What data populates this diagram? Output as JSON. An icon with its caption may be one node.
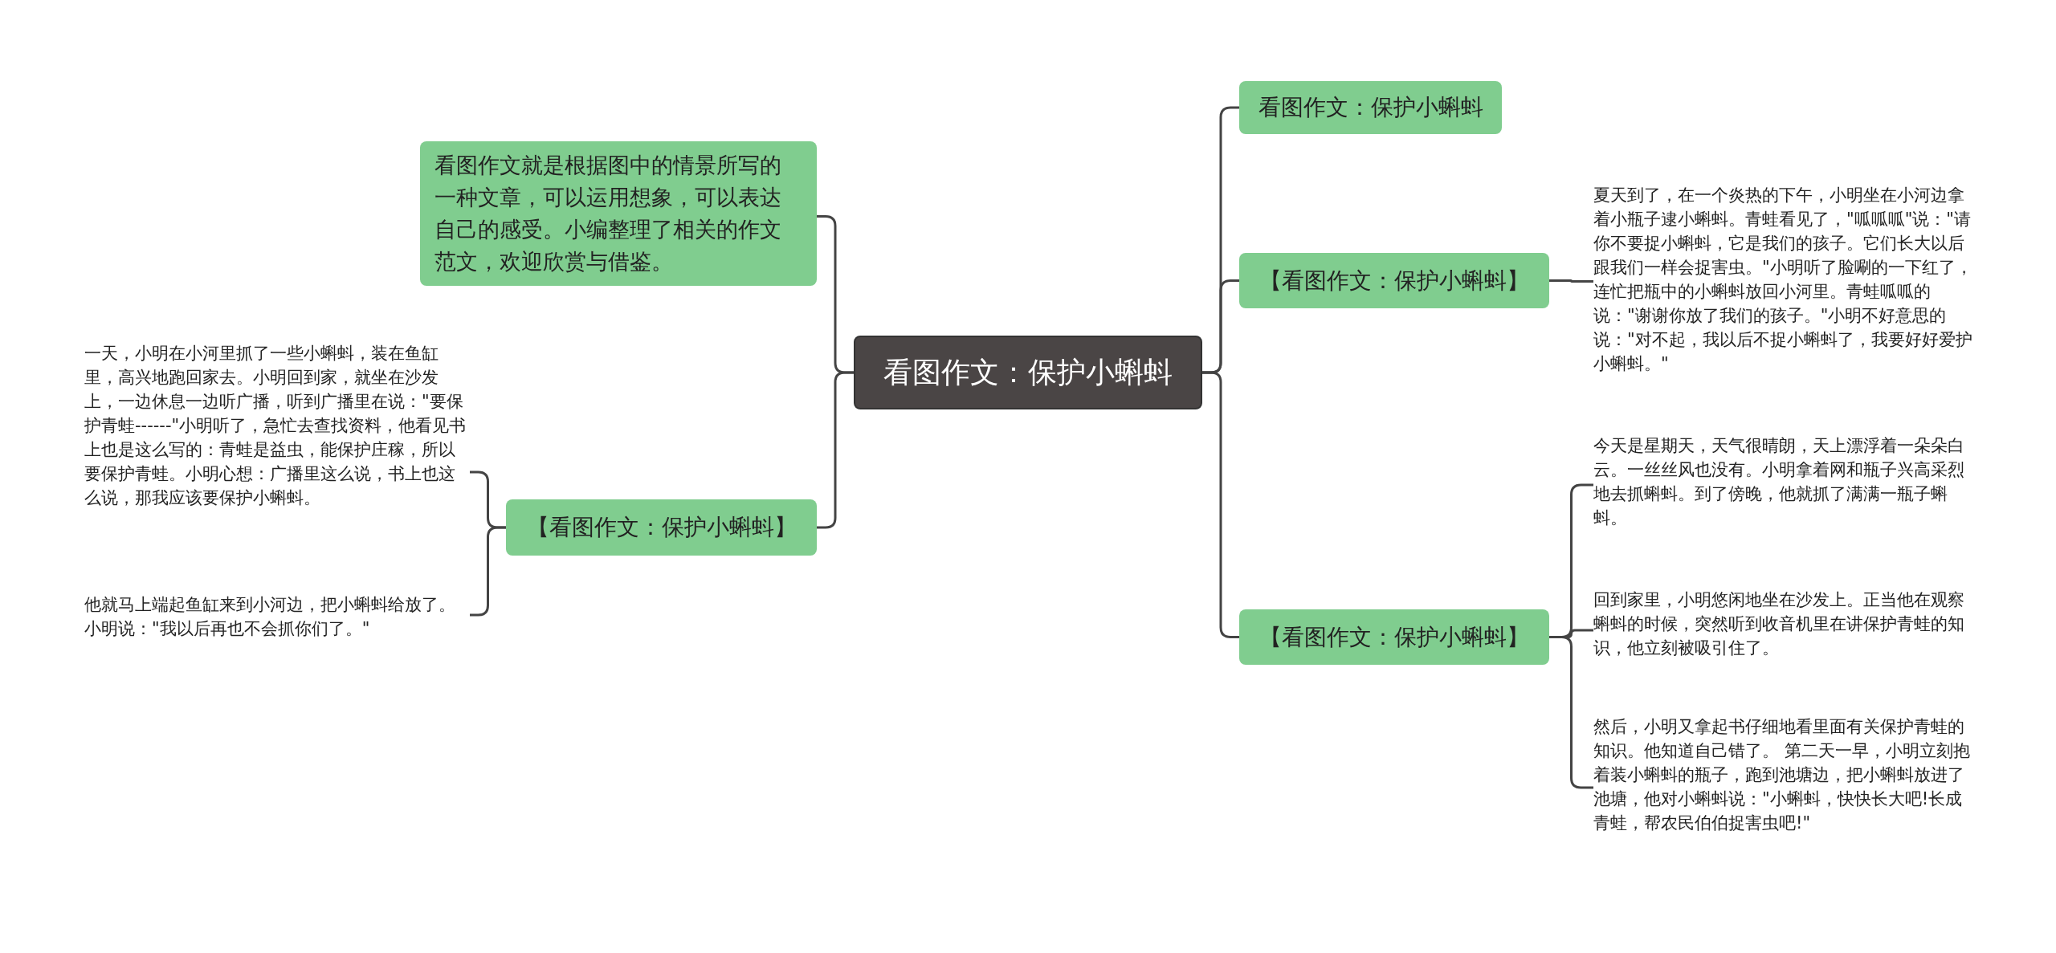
{
  "diagram": {
    "nodes": [
      {
        "text": [
          "看图作文：保护小蝌蚪"
        ]
      },
      {
        "text": [
          "看图作文就是根据图中的情景所写的一种文章，可以运用想象，可以表达自己的感受。小编整理了相关的作文范文，欢迎欣赏与借鉴。"
        ]
      },
      {
        "text": [
          "【看图作文：保护小蝌蚪】"
        ]
      },
      {
        "text": [
          "一天，小明在小河里抓了一些小蝌蚪，装在鱼缸里，高兴地跑回家去。小明回到家，就坐在沙发上，一边休息一边听广播，听到广播里在说：\"要保护青蛙------\"小明听了，急忙去查找资料，他看见书上也是这么写的：青蛙是益虫，能保护庄稼，所以要保护青蛙。小明心想：广播里这么说，书上也这么说，那我应该要保护小蝌蚪。"
        ]
      },
      {
        "text": [
          "他就马上端起鱼缸来到小河边，把小蝌蚪给放了。小明说：\"我以后再也不会抓你们了。\""
        ]
      },
      {
        "text": [
          "看图作文：保护小蝌蚪"
        ]
      },
      {
        "text": [
          "【看图作文：保护小蝌蚪】"
        ]
      },
      {
        "text": [
          "夏天到了，在一个炎热的下午，小明坐在小河边拿着小瓶子逮小蝌蚪。青蛙看见了，\"呱呱呱\"说：\"请你不要捉小蝌蚪，它是我们的孩子。它们长大以后跟我们一样会捉害虫。\"小明听了脸唰的一下红了，连忙把瓶中的小蝌蚪放回小河里。青蛙呱呱的说：\"谢谢你放了我们的孩子。\"小明不好意思的说：\"对不起，我以后不捉小蝌蚪了，我要好好爱护小蝌蚪。\""
        ]
      },
      {
        "text": [
          "【看图作文：保护小蝌蚪】"
        ]
      },
      {
        "text": [
          "今天是星期天，天气很晴朗，天上漂浮着一朵朵白云。一丝丝风也没有。小明拿着网和瓶子兴高采烈地去抓蝌蚪。到了傍晚，他就抓了满满一瓶子蝌蚪。"
        ]
      },
      {
        "text": [
          "回到家里，小明悠闲地坐在沙发上。正当他在观察蝌蚪的时候，突然听到收音机里在讲保护青蛙的知识，他立刻被吸引住了。"
        ]
      },
      {
        "text": [
          "然后，小明又拿起书仔细地看里面有关保护青蛙的知识。他知道自己错了。 第二天一早，小明立刻抱着装小蝌蚪的瓶子，跑到池塘边，把小蝌蚪放进了池塘，他对小蝌蚪说：\"小蝌蚪，快快长大吧!长成青蛙，帮农民伯伯捉害虫吧!\""
        ]
      }
    ],
    "edges": [
      {
        "from": 0,
        "to": 1,
        "arrow": "none"
      },
      {
        "from": 0,
        "to": 2,
        "arrow": "none"
      },
      {
        "from": 2,
        "to": 3,
        "arrow": "none"
      },
      {
        "from": 2,
        "to": 4,
        "arrow": "none"
      },
      {
        "from": 0,
        "to": 5,
        "arrow": "none"
      },
      {
        "from": 0,
        "to": 6,
        "arrow": "none"
      },
      {
        "from": 6,
        "to": 7,
        "arrow": "none"
      },
      {
        "from": 0,
        "to": 8,
        "arrow": "none"
      },
      {
        "from": 8,
        "to": 9,
        "arrow": "none"
      },
      {
        "from": 8,
        "to": 10,
        "arrow": "none"
      },
      {
        "from": 8,
        "to": 11,
        "arrow": "none"
      }
    ]
  }
}
